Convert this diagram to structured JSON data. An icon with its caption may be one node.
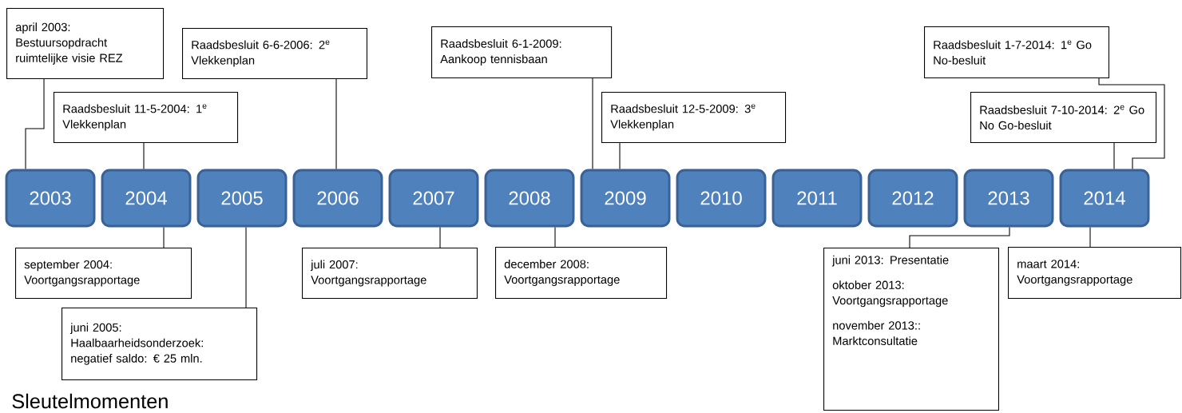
{
  "diagram": {
    "title": "Sleutelmomenten",
    "nodes": [
      {
        "text": [
          "2003"
        ]
      },
      {
        "text": [
          "2004"
        ]
      },
      {
        "text": [
          "2005"
        ]
      },
      {
        "text": [
          "2006"
        ]
      },
      {
        "text": [
          "2007"
        ]
      },
      {
        "text": [
          "2008"
        ]
      },
      {
        "text": [
          "2009"
        ]
      },
      {
        "text": [
          "2010"
        ]
      },
      {
        "text": [
          "2011"
        ]
      },
      {
        "text": [
          "2012"
        ]
      },
      {
        "text": [
          "2013"
        ]
      },
      {
        "text": [
          "2014"
        ]
      },
      {
        "text": [
          "april 2003: Bestuursopdracht ruimtelijke visie REZ"
        ]
      },
      {
        "text": [
          "Raadsbesluit 11-5-2004: 1$^{e}$ Vlekkenplan"
        ]
      },
      {
        "text": [
          "Raadsbesluit 6-6-2006: 2$^{e}$ Vlekkenplan"
        ]
      },
      {
        "text": [
          "Raadsbesluit 6-1-2009: Aankoop tennisbaan"
        ]
      },
      {
        "text": [
          "Raadsbesluit 12-5-2009: 3$^{e}$ Vlekkenplan"
        ]
      },
      {
        "text": [
          "Raadsbesluit 1-7-2014: 1$^{e}$ Go No-besluit"
        ]
      },
      {
        "text": [
          "Raadsbesluit 7-10-2014: 2$^{e}$ Go No Go-besluit"
        ]
      },
      {
        "text": [
          "september  2004: Voortgangsrapportage"
        ]
      },
      {
        "text": [
          "juni 2005: Haalbaarheidsonderzoek: negatief saldo: € 25 mln."
        ]
      },
      {
        "text": [
          "juli 2007: Voortgangsrapportage"
        ]
      },
      {
        "text": [
          "december 2008: Voortgangsrapportage"
        ]
      },
      {
        "text": [
          "juni 2013: Presentatie",
          "oktober 2013: Voortgangsrapportage",
          "november 2013:: Marktconsultatie"
        ]
      },
      {
        "text": [
          "maart 2014: Voortgangsrapportage"
        ]
      }
    ],
    "edges": [
      {
        "from": 12,
        "to": 0,
        "arrow": "none"
      },
      {
        "from": 13,
        "to": 1,
        "arrow": "none"
      },
      {
        "from": 14,
        "to": 3,
        "arrow": "none"
      },
      {
        "from": 15,
        "to": 6,
        "arrow": "none"
      },
      {
        "from": 16,
        "to": 6,
        "arrow": "none"
      },
      {
        "from": 17,
        "to": 11,
        "arrow": "none"
      },
      {
        "from": 18,
        "to": 11,
        "arrow": "none"
      },
      {
        "from": 19,
        "to": 1,
        "arrow": "none"
      },
      {
        "from": 20,
        "to": 2,
        "arrow": "none"
      },
      {
        "from": 21,
        "to": 4,
        "arrow": "none"
      },
      {
        "from": 22,
        "to": 5,
        "arrow": "none"
      },
      {
        "from": 23,
        "to": 10,
        "arrow": "none"
      },
      {
        "from": 24,
        "to": 11,
        "arrow": "none"
      }
    ]
  }
}
